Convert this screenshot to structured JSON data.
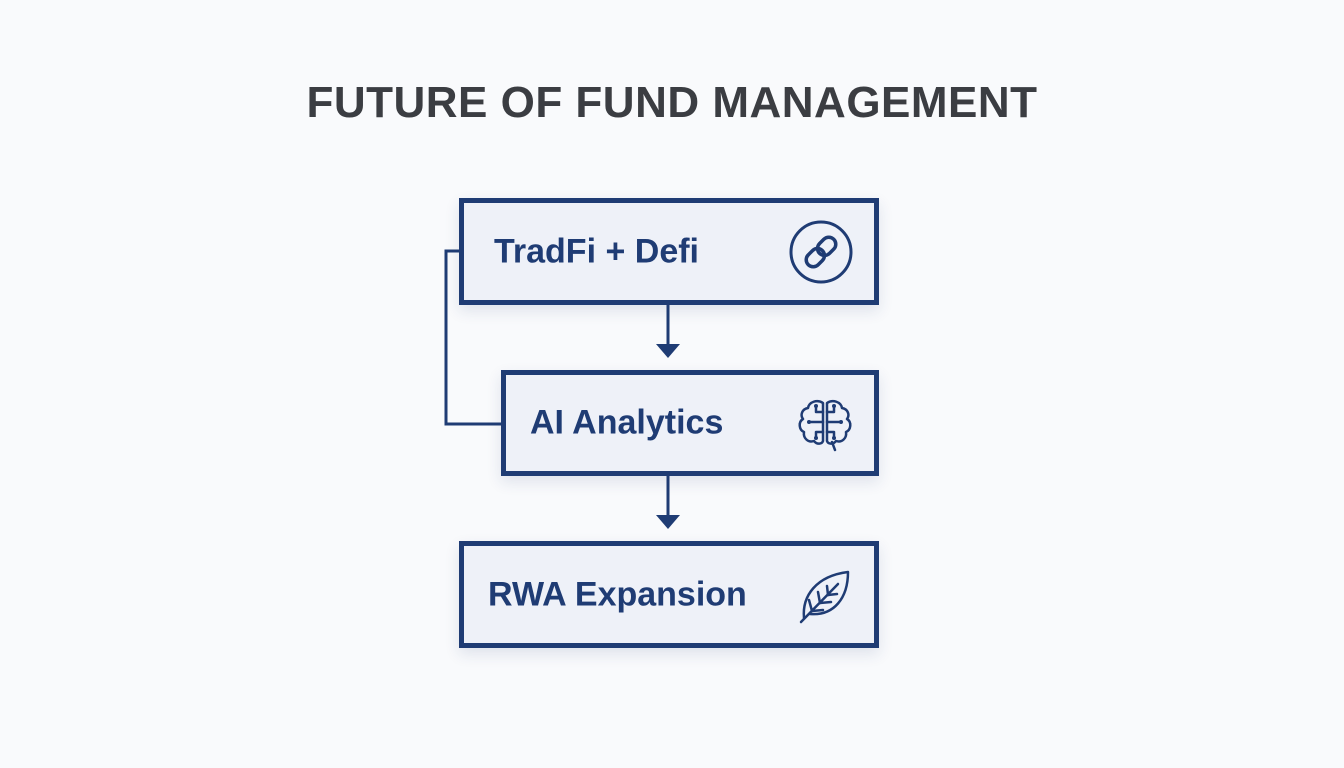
{
  "title": "FUTURE OF FUND MANAGEMENT",
  "steps": [
    {
      "label": "TradFi + Defi",
      "icon": "link-icon"
    },
    {
      "label": "AI Analytics",
      "icon": "brain-icon"
    },
    {
      "label": "RWA Expansion",
      "icon": "leaf-icon"
    }
  ],
  "colors": {
    "primary": "#1f3c74",
    "box_fill": "#eef1f8",
    "title": "#3b3d42",
    "background": "#f9fafc"
  }
}
